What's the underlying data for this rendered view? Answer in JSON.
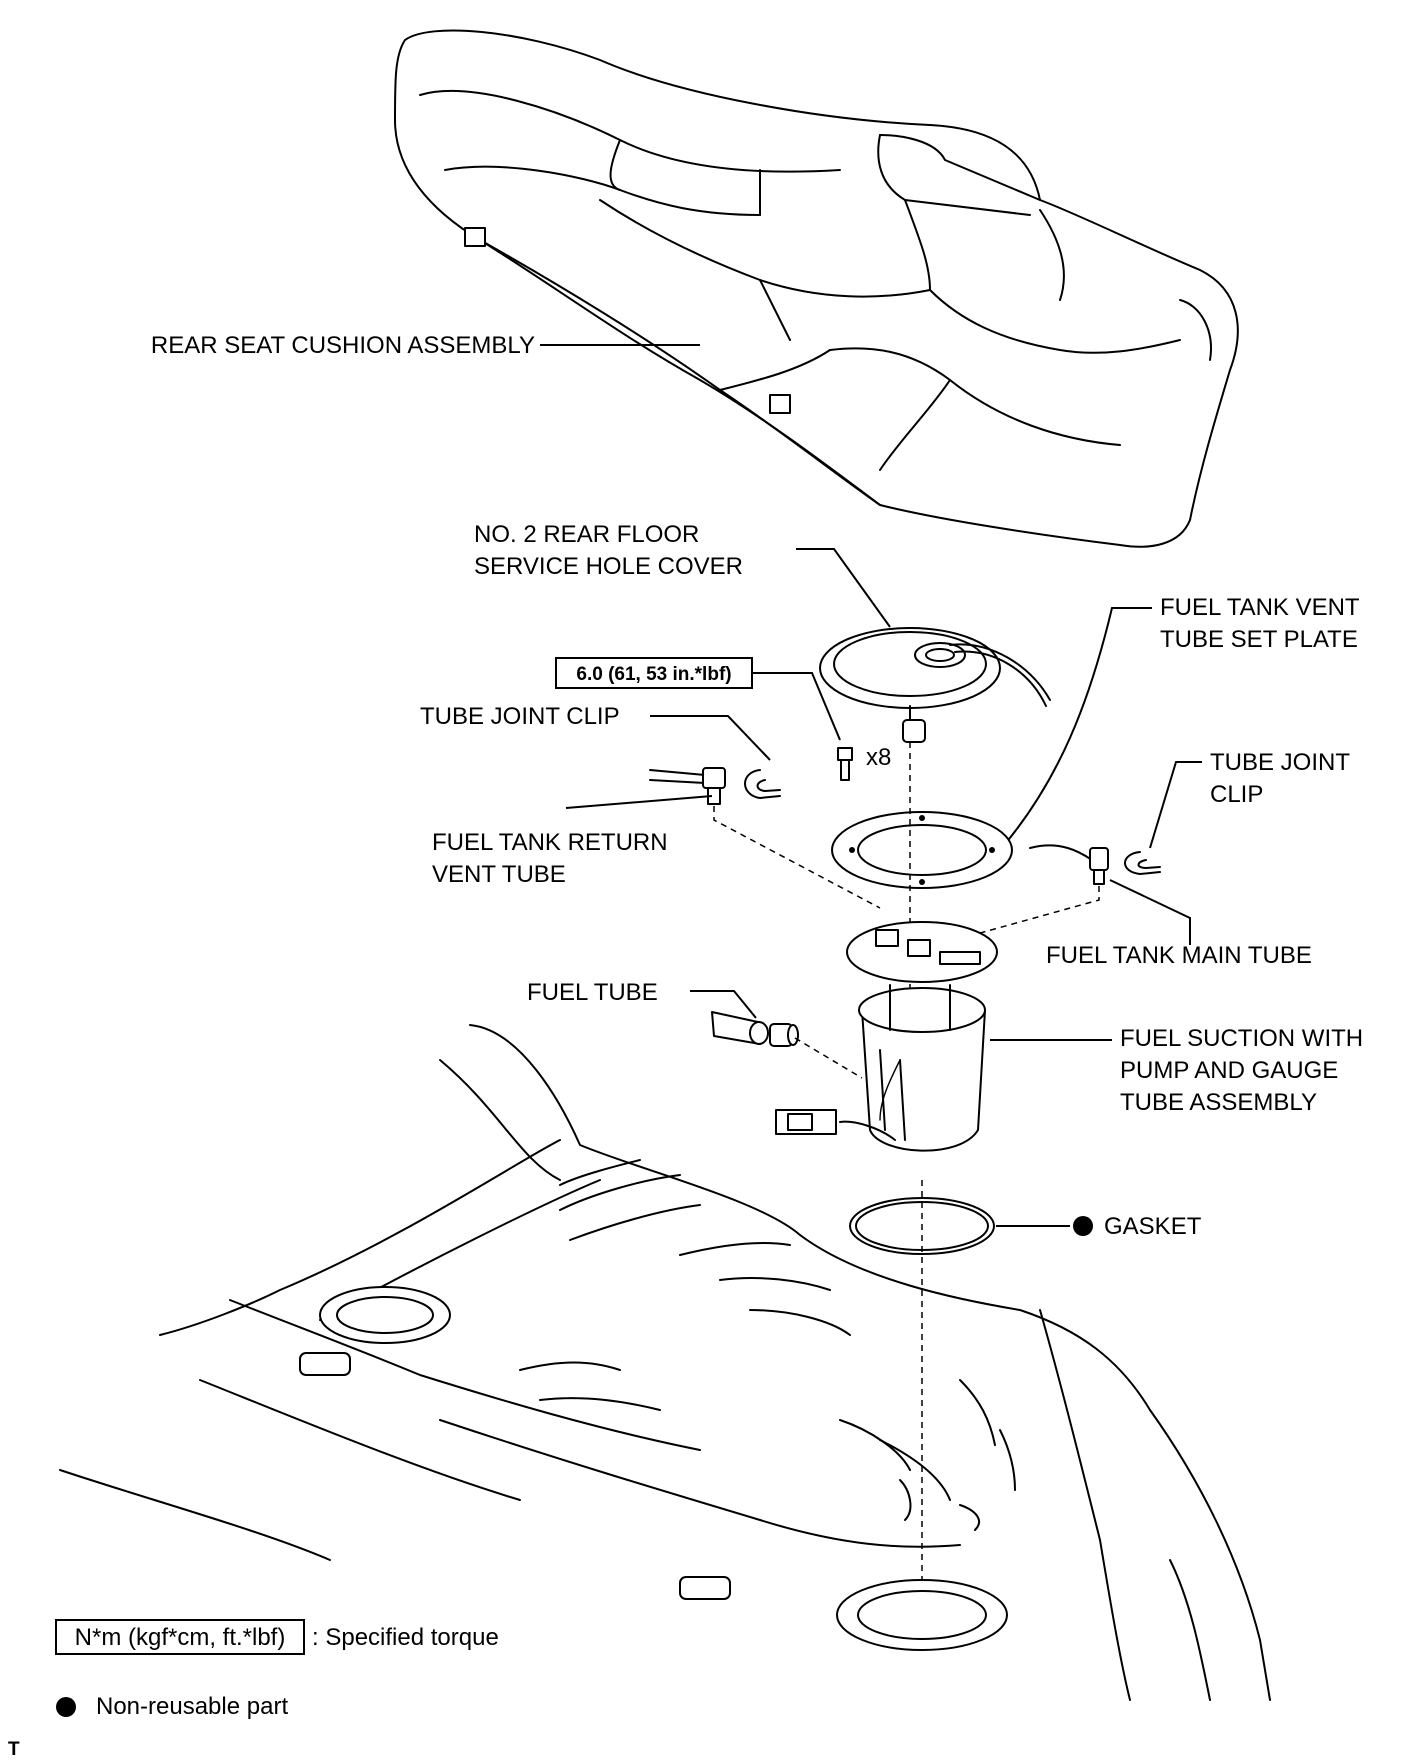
{
  "labels": {
    "rear_seat_cushion": "REAR SEAT CUSHION ASSEMBLY",
    "service_hole_cover_line1": "NO. 2 REAR FLOOR",
    "service_hole_cover_line2": "SERVICE HOLE COVER",
    "vent_tube_set_plate_line1": "FUEL TANK VENT",
    "vent_tube_set_plate_line2": "TUBE SET PLATE",
    "torque_value": "6.0 (61, 53 in.*lbf)",
    "bolt_count": "x8",
    "tube_joint_clip_left": "TUBE JOINT CLIP",
    "tube_joint_clip_right_line1": "TUBE JOINT",
    "tube_joint_clip_right_line2": "CLIP",
    "return_vent_tube_line1": "FUEL TANK RETURN",
    "return_vent_tube_line2": "VENT TUBE",
    "main_tube": "FUEL TANK MAIN TUBE",
    "fuel_tube": "FUEL TUBE",
    "suction_line1": "FUEL SUCTION WITH",
    "suction_line2": "PUMP AND GAUGE",
    "suction_line3": "TUBE ASSEMBLY",
    "gasket": "GASKET"
  },
  "legend": {
    "torque_box": "N*m (kgf*cm, ft.*lbf)",
    "torque_desc": ": Specified torque",
    "non_reusable": "Non-reusable part"
  },
  "corner_mark": "T",
  "icons": {
    "non_reusable": "filled-circle-icon"
  }
}
